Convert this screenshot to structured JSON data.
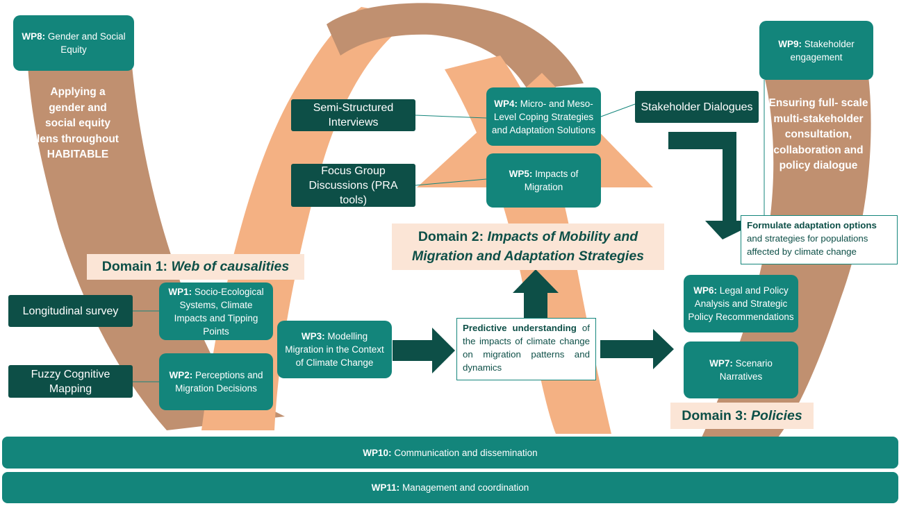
{
  "wp8": {
    "code": "WP8:",
    "text": "Gender and Social Equity"
  },
  "wp9": {
    "code": "WP9:",
    "text": "Stakeholder engagement"
  },
  "wp1": {
    "code": "WP1:",
    "text": "Socio-Ecological Systems, Climate Impacts and Tipping Points"
  },
  "wp2": {
    "code": "WP2:",
    "text": "Perceptions and Migration Decisions"
  },
  "wp3": {
    "code": "WP3:",
    "text": "Modelling Migration in the Context of Climate Change"
  },
  "wp4": {
    "code": "WP4:",
    "text": "Micro- and Meso-Level Coping Strategies and Adaptation Solutions"
  },
  "wp5": {
    "code": "WP5:",
    "text": "Impacts of Migration"
  },
  "wp6": {
    "code": "WP6:",
    "text": "Legal and Policy Analysis and Strategic Policy Recommendations"
  },
  "wp7": {
    "code": "WP7:",
    "text": "Scenario Narratives"
  },
  "wp10": {
    "code": "WP10:",
    "text": "Communication and dissemination"
  },
  "wp11": {
    "code": "WP11:",
    "text": "Management and coordination"
  },
  "methods": {
    "semi_structured": "Semi-Structured Interviews",
    "focus_group": "Focus Group Discussions (PRA tools)",
    "stakeholder_dialogues": "Stakeholder Dialogues",
    "longitudinal": "Longitudinal survey",
    "fuzzy": "Fuzzy Cognitive Mapping"
  },
  "domain1": {
    "prefix": "Domain 1:",
    "name": "Web of causalities"
  },
  "domain2": {
    "prefix": "Domain 2:",
    "name_line1": "Impacts of Mobility and",
    "name_line2": "Migration and Adaptation Strategies"
  },
  "domain3": {
    "prefix": "Domain 3:",
    "name": "Policies"
  },
  "gender_lens": "Applying a gender and social equity lens throughout HABITABLE",
  "stakeholder_lens": "Ensuring full- scale multi-stakeholder consultation, collaboration and policy dialogue",
  "predictive": {
    "bold": "Predictive understanding",
    "rest": "of the impacts of climate change on migration patterns and dynamics"
  },
  "formulate": {
    "bold": "Formulate adaptation options",
    "rest": "and strategies for populations affected by climate change"
  },
  "colors": {
    "teal": "#13857b",
    "dark_teal": "#0d4f47",
    "peach": "#f4b183",
    "brown": "#c09070",
    "domain_bg": "#fbe5d6"
  }
}
